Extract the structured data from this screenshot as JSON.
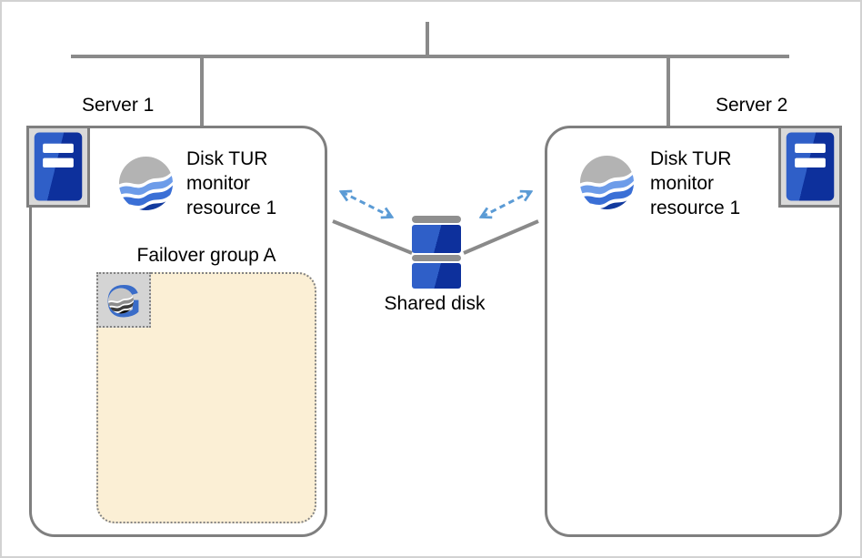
{
  "server1": {
    "name": "Server 1",
    "monitor_resource_label": "Disk TUR\nmonitor\nresource 1",
    "failover_group_label": "Failover group A"
  },
  "server2": {
    "name": "Server 2",
    "monitor_resource_label": "Disk TUR\nmonitor\nresource 1"
  },
  "shared_disk": {
    "label": "Shared disk"
  },
  "icons": {
    "server_machine": "server-tower-icon",
    "monitor_resource": "wave-globe-icon",
    "failover_group": "group-g-icon",
    "shared_disk": "disk-stack-icon"
  },
  "palette": {
    "line_gray": "#8A8A8A",
    "box_border_gray": "#7F7F7F",
    "arrow_blue": "#5B9BD5",
    "server_blue_light": "#2F5FC8",
    "server_blue_dark": "#0D309C",
    "icon_bg_gray": "#D9D9D9",
    "failover_fill": "#FBEFD5",
    "failover_icon_bg": "#D4D4D4",
    "wave_gray": "#B3B3B3",
    "wave_blue_light": "#6D9CE9",
    "wave_blue_mid": "#3A6FD6",
    "wave_blue_dark": "#123A9E",
    "group_g_blue": "#3A6CC8",
    "text_color": "#000000"
  }
}
